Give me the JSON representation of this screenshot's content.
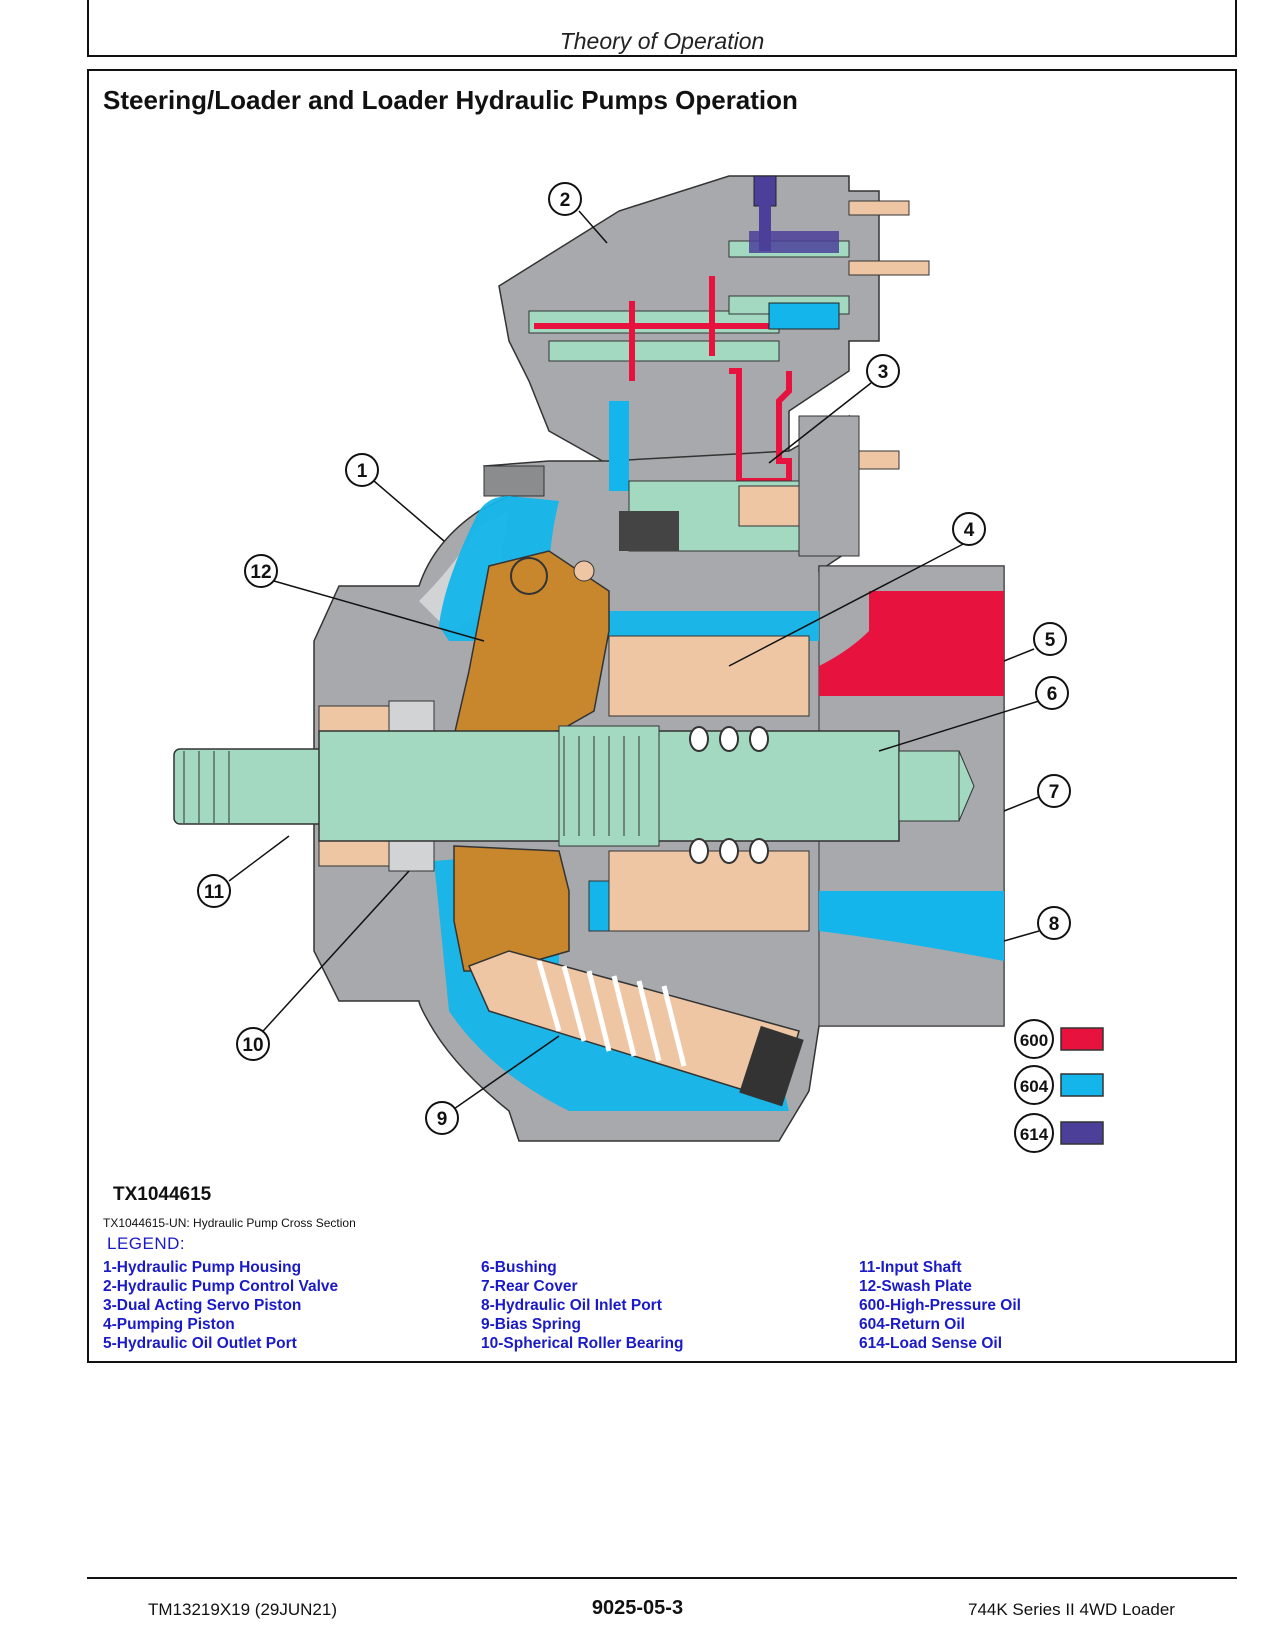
{
  "header": {
    "title": "Theory of Operation"
  },
  "section": {
    "title": "Steering/Loader and Loader Hydraulic Pumps Operation"
  },
  "figure": {
    "id": "TX1044615",
    "caption": "TX1044615-UN: Hydraulic Pump Cross Section",
    "callouts": [
      "1",
      "2",
      "3",
      "4",
      "5",
      "6",
      "7",
      "8",
      "9",
      "10",
      "11",
      "12"
    ],
    "color_key": [
      {
        "code": "600",
        "color": "#e8123f"
      },
      {
        "code": "604",
        "color": "#13b5ea"
      },
      {
        "code": "614",
        "color": "#4b3f9a"
      }
    ],
    "colors": {
      "housing": "#a7a9ac",
      "housing_light": "#d1d3d4",
      "shaft": "#a3d9c0",
      "swash_plate": "#c8862d",
      "tan_parts": "#efc6a4",
      "high_pressure": "#e8123f",
      "return_oil": "#13b5ea",
      "load_sense": "#4b3f9a"
    }
  },
  "legend": {
    "title": "LEGEND:",
    "columns": [
      [
        "1-Hydraulic Pump Housing",
        "2-Hydraulic Pump Control Valve",
        "3-Dual Acting Servo Piston",
        "4-Pumping Piston",
        "5-Hydraulic Oil Outlet Port"
      ],
      [
        "6-Bushing",
        "7-Rear Cover",
        "8-Hydraulic Oil Inlet Port",
        "9-Bias Spring",
        "10-Spherical Roller Bearing"
      ],
      [
        "11-Input Shaft",
        "12-Swash Plate",
        "600-High-Pressure Oil",
        "604-Return Oil",
        "614-Load Sense Oil"
      ]
    ]
  },
  "footer": {
    "left": "TM13219X19 (29JUN21)",
    "center": "9025-05-3",
    "right": "744K Series II 4WD Loader"
  }
}
